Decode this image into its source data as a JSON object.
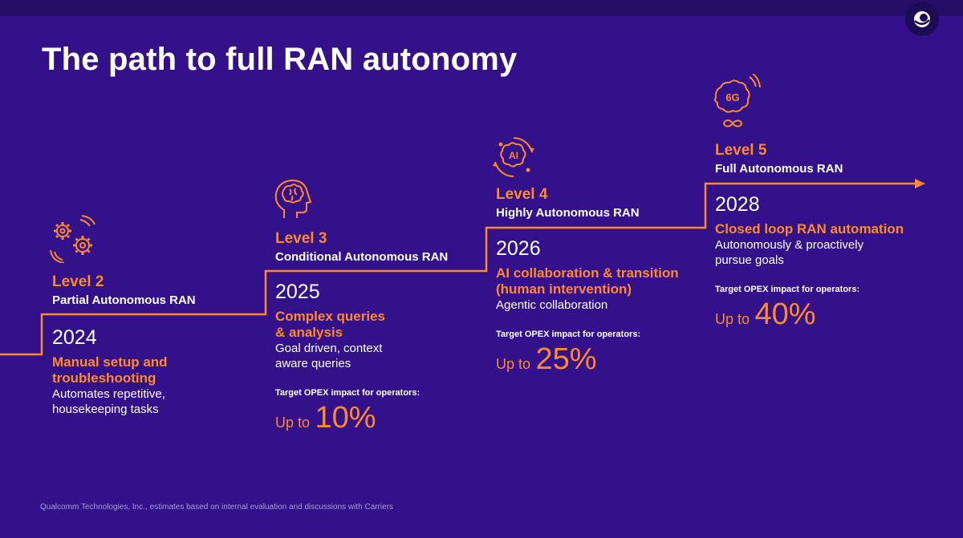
{
  "title": "The path to full RAN autonomy",
  "logo_icon": "qualcomm-snapdragon-logo-icon",
  "colors": {
    "background": "#32118a",
    "accent": "#ff8a2b",
    "text": "#ffffff"
  },
  "levels": [
    {
      "icon": "gears-signal-icon",
      "name": "Level 2",
      "subtitle": "Partial Autonomous RAN",
      "year": "2024",
      "heading": [
        "Manual setup and",
        "troubleshooting"
      ],
      "description": [
        "Automates repetitive,",
        "housekeeping tasks"
      ]
    },
    {
      "icon": "head-brain-icon",
      "name": "Level 3",
      "subtitle": "Conditional Autonomous RAN",
      "year": "2025",
      "heading": [
        "Complex queries",
        "& analysis"
      ],
      "description": [
        "Goal driven, context",
        "aware queries"
      ],
      "target_label": "Target OPEX impact for operators:",
      "impact_prefix": "Up to",
      "impact_value": "10%"
    },
    {
      "icon": "ai-brain-cycle-icon",
      "name": "Level 4",
      "subtitle": "Highly Autonomous RAN",
      "year": "2026",
      "heading": [
        "AI collaboration & transition",
        "(human intervention)"
      ],
      "description": [
        "Agentic collaboration"
      ],
      "target_label": "Target OPEX impact for operators:",
      "impact_prefix": "Up to",
      "impact_value": "25%"
    },
    {
      "icon": "6g-brain-infinity-icon",
      "icon_label": "6G",
      "name": "Level 5",
      "subtitle": "Full Autonomous RAN",
      "year": "2028",
      "heading": [
        "Closed loop RAN automation"
      ],
      "description": [
        "Autonomously & proactively",
        "pursue goals"
      ],
      "target_label": "Target OPEX impact for operators:",
      "impact_prefix": "Up to",
      "impact_value": "40%"
    }
  ],
  "footnote": "Qualcomm Technologies, Inc., estimates based on internal evaluation and discussions with Carriers"
}
